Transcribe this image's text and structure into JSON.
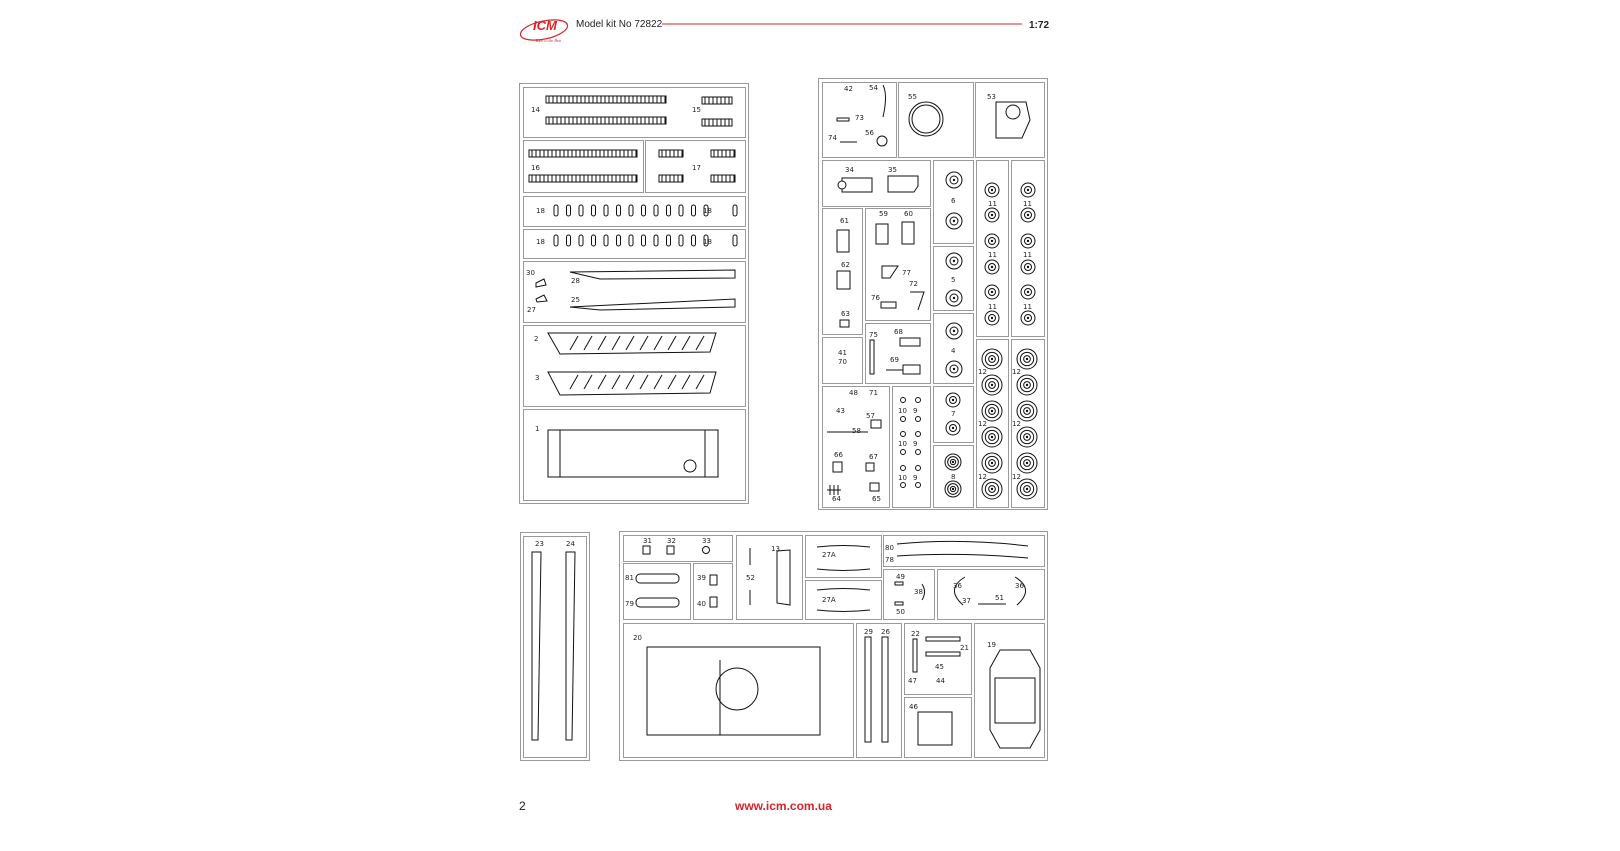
{
  "header": {
    "logo_text": "ICM",
    "logo_slogan": "Ride to the Best",
    "title": "Model kit No 72822",
    "scale": "1:72"
  },
  "footer": {
    "page_number": "2",
    "url": "www.icm.com.ua"
  },
  "colors": {
    "brand_red": "#d8232a",
    "frame_gray": "#9a9a9a"
  },
  "parts": {
    "1": "1",
    "2": "2",
    "3": "3",
    "4": "4",
    "5": "5",
    "6": "6",
    "7": "7",
    "8": "8",
    "9": "9",
    "10": "10",
    "11": "11",
    "12": "12",
    "13": "13",
    "14": "14",
    "15": "15",
    "16": "16",
    "17": "17",
    "18": "18",
    "19": "19",
    "20": "20",
    "21": "21",
    "22": "22",
    "23": "23",
    "24": "24",
    "25": "25",
    "26": "26",
    "27": "27",
    "27A": "27A",
    "28": "28",
    "29": "29",
    "30": "30",
    "31": "31",
    "32": "32",
    "33": "33",
    "34": "34",
    "35": "35",
    "36": "36",
    "37": "37",
    "38": "38",
    "39": "39",
    "40": "40",
    "41": "41",
    "42": "42",
    "43": "43",
    "44": "44",
    "45": "45",
    "46": "46",
    "47": "47",
    "48": "48",
    "49": "49",
    "50": "50",
    "51": "51",
    "52": "52",
    "53": "53",
    "54": "54",
    "55": "55",
    "56": "56",
    "57": "57",
    "58": "58",
    "59": "59",
    "60": "60",
    "61": "61",
    "62": "62",
    "63": "63",
    "64": "64",
    "65": "65",
    "66": "66",
    "67": "67",
    "68": "68",
    "69": "69",
    "70": "70",
    "71": "71",
    "72": "72",
    "73": "73",
    "74": "74",
    "75": "75",
    "76": "76",
    "77": "77",
    "78": "78",
    "79": "79",
    "80": "80",
    "81": "81"
  }
}
